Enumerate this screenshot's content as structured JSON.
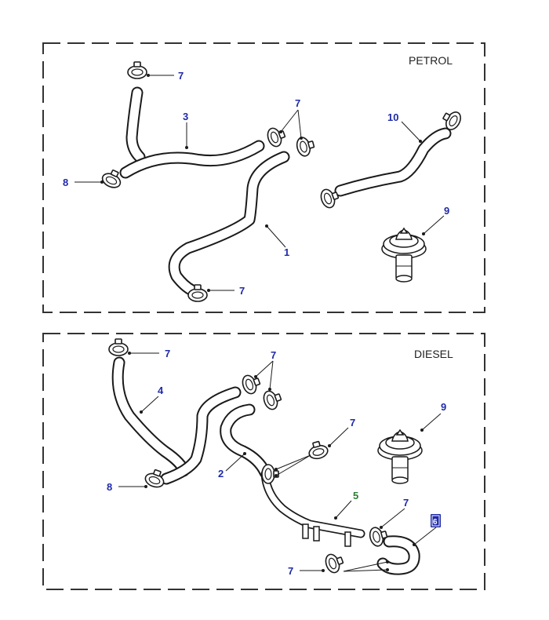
{
  "sections": {
    "petrol": {
      "label": "PETROL"
    },
    "diesel": {
      "label": "DIESEL"
    }
  },
  "callouts": {
    "petrol": {
      "c1": "1",
      "c3": "3",
      "c7a": "7",
      "c7b": "7",
      "c7c": "7",
      "c8": "8",
      "c9": "9",
      "c10": "10"
    },
    "diesel": {
      "c2": "2",
      "c4": "4",
      "c5": "5",
      "c6": "6",
      "c7a": "7",
      "c7b": "7",
      "c7c": "7",
      "c7d": "7",
      "c7e": "7",
      "c8": "8",
      "c9": "9"
    }
  },
  "colors": {
    "callout": "#1f2aa8",
    "callout_green": "#2e7d32",
    "highlight": "#1f2aa8"
  },
  "icons": [
    "hose-clamp-icon",
    "thermostat-icon"
  ]
}
